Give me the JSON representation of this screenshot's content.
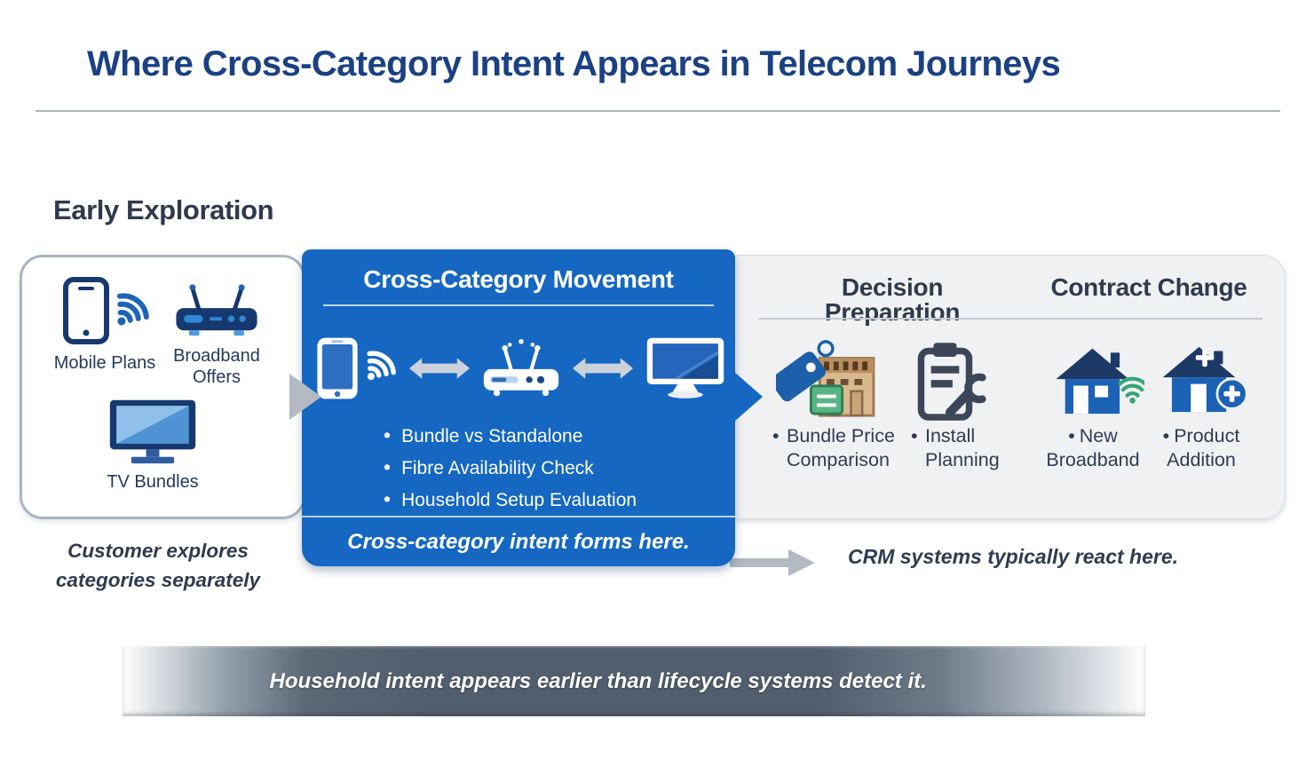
{
  "glyphs": {
    "bullet": "•"
  },
  "title": "Where Cross-Category Intent Appears in Telecom Journeys",
  "early": {
    "heading": "Early Exploration",
    "items": [
      {
        "icon": "mobile-phone-wifi-icon",
        "label": "Mobile Plans"
      },
      {
        "icon": "broadband-router-icon",
        "label": "Broadband Offers"
      },
      {
        "icon": "tv-icon",
        "label": "TV Bundles"
      }
    ],
    "caption": "Customer explores categories separately"
  },
  "movement": {
    "heading": "Cross-Category Movement",
    "icons": [
      "smartphone-wifi-icon",
      "left-right-arrow-icon",
      "wifi-router-icon",
      "left-right-arrow-icon",
      "desktop-monitor-icon"
    ],
    "bullets": [
      "Bundle vs Standalone",
      "Fibre Availability Check",
      "Household Setup Evaluation"
    ],
    "callout": "Cross-category intent forms here."
  },
  "decision": {
    "heading": "Decision Preparation",
    "items": [
      {
        "icon": "price-tag-store-icon",
        "label": "Bundle Price Comparison"
      },
      {
        "icon": "clipboard-wrench-icon",
        "label": "Install Planning"
      }
    ]
  },
  "contract": {
    "heading": "Contract Change",
    "items": [
      {
        "icon": "house-wifi-icon",
        "label": "New Broadband"
      },
      {
        "icon": "house-plus-icon",
        "label": "Product Addition"
      }
    ]
  },
  "crm_note": "CRM systems typically react here.",
  "banner": {
    "text": "Household intent appears earlier than lifecycle systems detect it."
  },
  "colors": {
    "accent_blue": "#1567c2",
    "title_navy": "#1b4183",
    "heading_slate": "#2e3a4e",
    "icon_navy": "#16396f",
    "icon_blue": "#1d64b8",
    "panel_gray": "#f0f1f3",
    "arrow_gray": "#b6bdc6",
    "banner_slate": "#505e6d",
    "wifi_green": "#35a573",
    "tag_blue": "#1d5fa8",
    "store_tan": "#d9b98e",
    "card_green": "#57b583"
  }
}
